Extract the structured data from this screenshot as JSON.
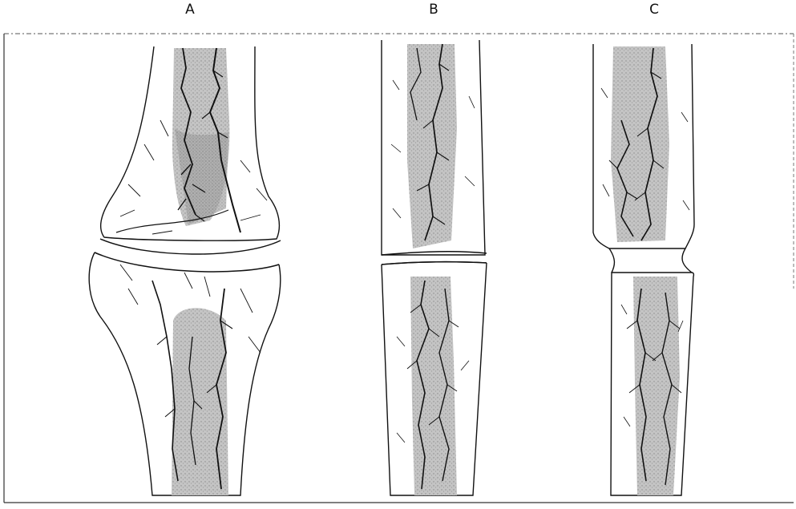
{
  "panels": [
    {
      "label": "A"
    },
    {
      "label": "B"
    },
    {
      "label": "C"
    }
  ],
  "colors": {
    "ink": "#111111",
    "marrow_shade": "#bdbdbd",
    "marrow_dark": "#9a9a9a",
    "frame": "#333333"
  }
}
